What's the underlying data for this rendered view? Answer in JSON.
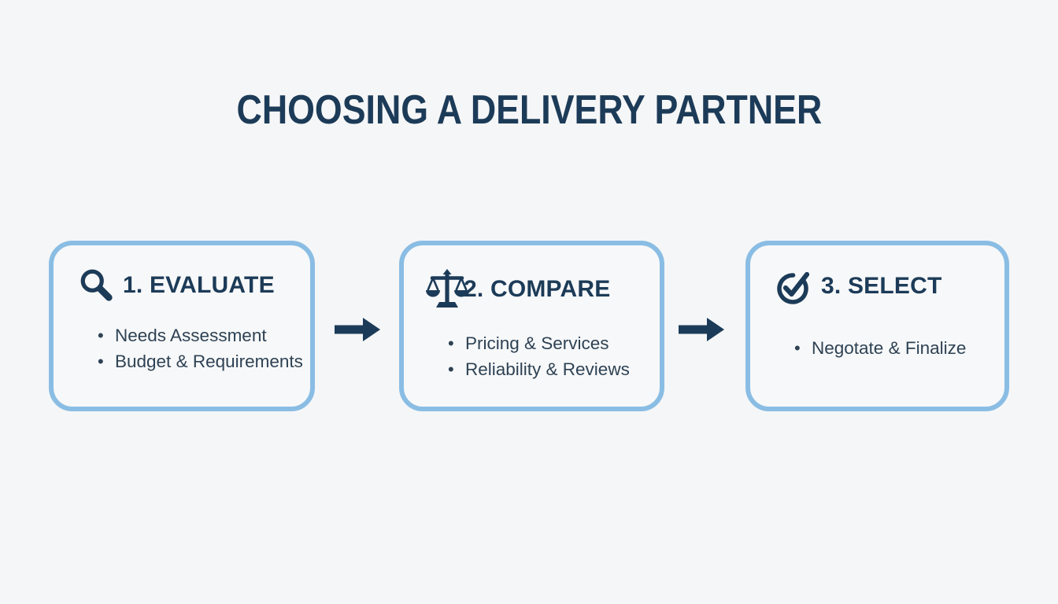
{
  "title": "CHOOSING A DELIVERY PARTNER",
  "steps": [
    {
      "icon": "magnifier-icon",
      "heading": "1. EVALUATE",
      "bullets": [
        "Needs Assessment",
        "Budget & Requirements"
      ]
    },
    {
      "icon": "scales-icon",
      "heading": "2. COMPARE",
      "bullets": [
        "Pricing & Services",
        "Reliability & Reviews"
      ]
    },
    {
      "icon": "check-circle-icon",
      "heading": "3. SELECT",
      "bullets": [
        "Negotate & Finalize"
      ]
    }
  ],
  "colors": {
    "navy": "#1c3b58",
    "text": "#2e4254",
    "border_blue": "#8abde4",
    "page_bg": "#f5f6f7",
    "box_bg": "#f7f8f9"
  }
}
